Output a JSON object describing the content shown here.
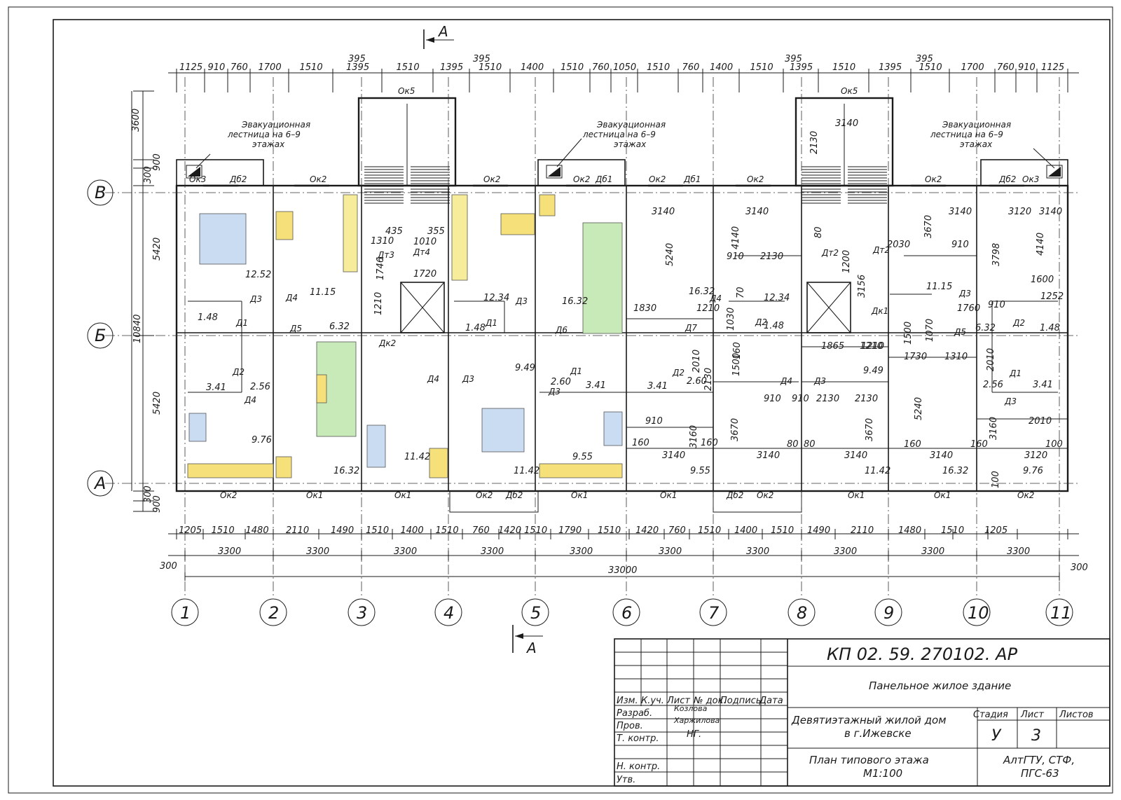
{
  "section_mark": "A",
  "evac_note": [
    "Эвакуационная",
    "лестница на 6–9",
    "этажах"
  ],
  "axis_rows": [
    "В",
    "Б",
    "А"
  ],
  "axis_cols": [
    "1",
    "2",
    "3",
    "4",
    "5",
    "6",
    "7",
    "8",
    "9",
    "10",
    "11"
  ],
  "dims_top": [
    "1125",
    "910",
    "760",
    "1700",
    "1510",
    "1395",
    "1510",
    "1395",
    "1510",
    "1400",
    "1510",
    "760",
    "1050",
    "1510",
    "760",
    "1400",
    "1510",
    "1395",
    "1510",
    "1395",
    "1510",
    "1700",
    "760",
    "910",
    "1125"
  ],
  "dims_top_small": [
    "395",
    "395",
    "395",
    "395"
  ],
  "dims_bottom_1": [
    "1205",
    "1510",
    "1480",
    "2110",
    "1490",
    "1510",
    "1400",
    "1510",
    "760",
    "1420",
    "1510",
    "1790",
    "1510",
    "1420",
    "760",
    "1510",
    "1400",
    "1510",
    "1490",
    "2110",
    "1480",
    "1510",
    "1205"
  ],
  "dims_bottom_2": [
    "3300",
    "3300",
    "3300",
    "3300",
    "3300",
    "3300",
    "3300",
    "3300",
    "3300",
    "3300"
  ],
  "dim_total": "33000",
  "dim_300": "300",
  "dims_left": [
    "3600",
    "300",
    "900",
    "5420",
    "10840",
    "5420",
    "300",
    "900"
  ],
  "stair_window": "Ок5",
  "stair_dim": "3140",
  "stair_dim_v": "2130",
  "windows_top": [
    "Ок3",
    "Дб2",
    "Ок2",
    "Ок2",
    "Ок2",
    "Дб1",
    "Ок2",
    "Дб1",
    "Ок2",
    "Ок2",
    "Дб2",
    "Ок3"
  ],
  "windows_bottom": [
    "Ок2",
    "Ок1",
    "Ок1",
    "Ок2",
    "Дб2",
    "Ок1",
    "Ок1",
    "Дб2",
    "Ок2",
    "Ок1",
    "Ок1",
    "Ок2"
  ],
  "areas": [
    "12.52",
    "11.15",
    "1.48",
    "6.32",
    "3.41",
    "2.56",
    "9.76",
    "16.32",
    "11.42",
    "12.34",
    "1.48",
    "16.32",
    "9.49",
    "2.60",
    "3.41",
    "9.55",
    "11.42",
    "16.32",
    "3.41",
    "2.60",
    "9.55",
    "12.34",
    "1.48",
    "9.49",
    "11.42",
    "11.15",
    "6.32",
    "1.48",
    "16.32",
    "2.56",
    "3.41",
    "9.76"
  ],
  "doors": [
    "Д3",
    "Д4",
    "Д1",
    "Д5",
    "Д2",
    "Д4",
    "Дк2",
    "Дт3",
    "Дт4",
    "Д4",
    "Д3",
    "Д3",
    "Д1",
    "Д6",
    "Д1",
    "Д3",
    "Д2",
    "Д7",
    "Д4",
    "Д2",
    "Д4",
    "Д3",
    "Дт2",
    "Дт2",
    "Дк1",
    "Д3",
    "Д5",
    "Д2",
    "Д1",
    "Д3"
  ],
  "inner_dims": [
    "435",
    "355",
    "1310",
    "1010",
    "1720",
    "1746",
    "1210",
    "3140",
    "3140",
    "3140",
    "3140",
    "3120",
    "5240",
    "4140",
    "3670",
    "3798",
    "4140",
    "1830",
    "1210",
    "910",
    "2130",
    "2030",
    "910",
    "1600",
    "1252",
    "1760",
    "910",
    "1210",
    "1865",
    "1210",
    "1730",
    "1310",
    "2010",
    "2130",
    "910",
    "910",
    "2130",
    "2130",
    "910",
    "2010",
    "160",
    "3140",
    "160",
    "3140",
    "80",
    "80",
    "3140",
    "160",
    "3140",
    "160",
    "3120",
    "100",
    "3160",
    "3670",
    "3670",
    "5240",
    "3160",
    "1500",
    "1500",
    "1070",
    "1030",
    "70",
    "160",
    "2010",
    "3156",
    "1200",
    "80",
    "100"
  ],
  "stamp": {
    "code": "КП 02. 59. 270102. АР",
    "building": "Панельное жилое здание",
    "project_l1": "Девятиэтажный жилой дом",
    "project_l2": "в г.Ижевске",
    "sheet_l1": "План типового этажа",
    "sheet_l2": "М1:100",
    "org_l1": "АлтГТУ, СТФ,",
    "org_l2": "ПГС-63",
    "stage_label": "Стадия",
    "sheet_label": "Лист",
    "sheets_label": "Листов",
    "stage": "У",
    "sheet": "3",
    "hdr_izm": "Изм.",
    "hdr_kuch": "К.уч.",
    "hdr_list": "Лист",
    "hdr_ndoc": "№ док.",
    "hdr_podp": "Подпись",
    "hdr_data": "Дата",
    "row_razrab": "Разраб.",
    "row_prov": "Пров.",
    "row_tkontr": "Т. контр.",
    "row_nkontr": "Н. контр.",
    "row_utv": "Утв.",
    "name_razrab": "Козлова",
    "name_prov": "Харжилова",
    "name_tkontr": "НГ."
  }
}
